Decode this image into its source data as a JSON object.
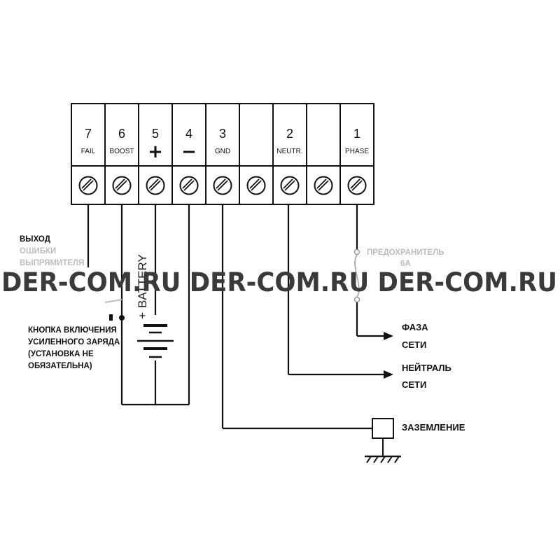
{
  "terminals": [
    {
      "number": "7",
      "label": "FAIL"
    },
    {
      "number": "6",
      "label": "BOOST"
    },
    {
      "number": "5",
      "label": "+"
    },
    {
      "number": "4",
      "label": "−"
    },
    {
      "number": "3",
      "label": "GND"
    },
    {
      "number": "",
      "label": ""
    },
    {
      "number": "2",
      "label": "NEUTR."
    },
    {
      "number": "",
      "label": ""
    },
    {
      "number": "1",
      "label": "PHASE"
    }
  ],
  "labels": {
    "fail_out": [
      "ВЫХОД",
      "ОШИБКИ",
      "ВЫПРЯМИТЕЛЯ"
    ],
    "boost_button": [
      "КНОПКА ВКЛЮЧЕНИЯ",
      "УСИЛЕННОГО ЗАРЯДА",
      "(УСТАНОВКА НЕ",
      "ОБЯЗАТЕЛЬНА)"
    ],
    "battery": "BATTERY",
    "battery_plus": "+",
    "fuse": [
      "ПРЕДОХРАНИТЕЛЬ",
      "6А"
    ],
    "phase": [
      "ФАЗА",
      "СЕТИ"
    ],
    "neutral": [
      "НЕЙТРАЛЬ",
      "СЕТИ"
    ],
    "ground": "ЗАЗЕМЛЕНИЕ"
  },
  "watermark": "DER-COM.RU DER-COM.RU DER-COM.RU"
}
